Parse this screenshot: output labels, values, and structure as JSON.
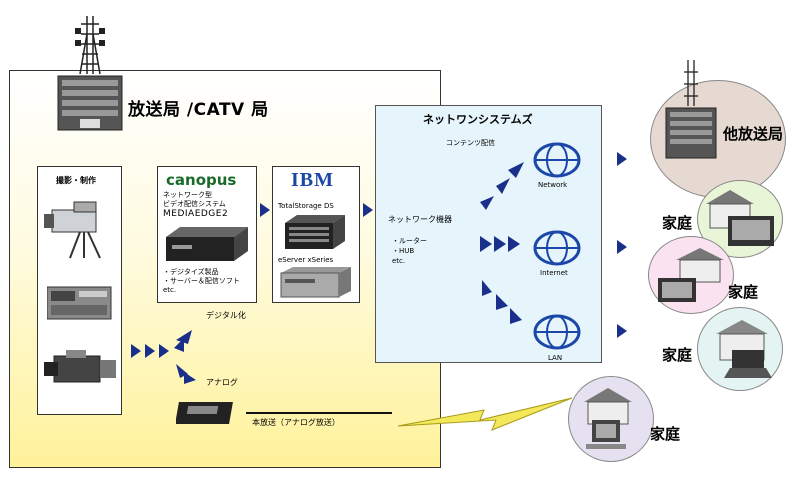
{
  "station": {
    "title": "放送局 /CATV 局"
  },
  "production": {
    "title": "撮影・制作"
  },
  "canopus": {
    "logo": "canopus",
    "line1": "ネットワーク型",
    "line2": "ビデオ配信システム",
    "product": "MEDIAEDGE2",
    "note1": "・デジタイズ製品",
    "note2": "・サーバー＆配信ソフト",
    "note3": "etc."
  },
  "ibm": {
    "logo": "IBM",
    "storage": "TotalStorage DS",
    "server": "eServer xSeries"
  },
  "labels": {
    "digital": "デジタル化",
    "analog": "アナログ",
    "broadcast": "本放送（アナログ放送）"
  },
  "network": {
    "title": "ネットワンシステムズ",
    "contents": "コンテンツ配信",
    "equipment": "ネットワーク機器",
    "router": "・ルーター",
    "hub": "・HUB",
    "etc": "etc.",
    "clouds": [
      "Network",
      "Internet",
      "LAN"
    ]
  },
  "destinations": {
    "other_station": "他放送局",
    "home": "家庭"
  }
}
